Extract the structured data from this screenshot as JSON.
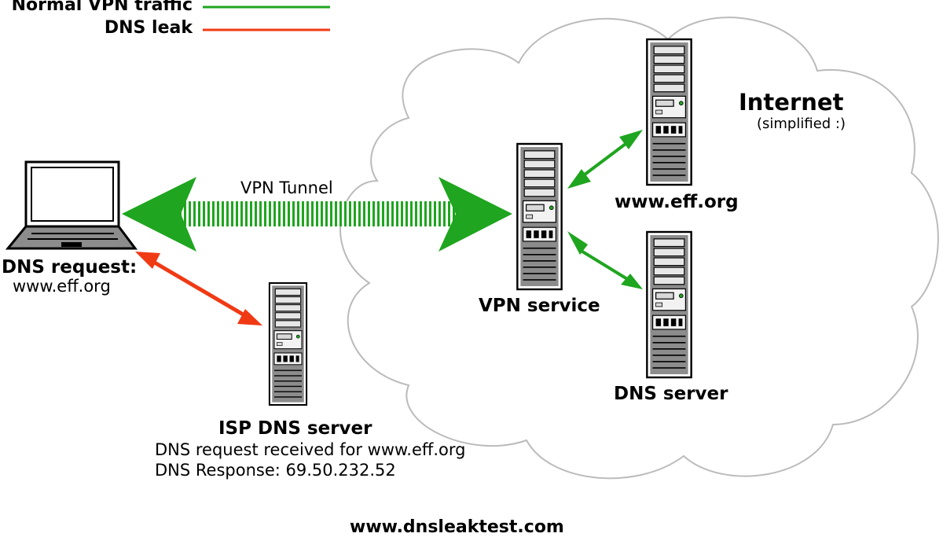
{
  "legend": {
    "normal_vpn": {
      "label": "Normal VPN traffic",
      "color": "#1fa51f"
    },
    "dns_leak": {
      "label": "DNS leak",
      "color": "#f03a14"
    }
  },
  "internet": {
    "title": "Internet",
    "subtitle": "(simplified :)"
  },
  "tunnel": {
    "label": "VPN Tunnel",
    "color": "#1fa51f"
  },
  "laptop": {
    "label_line1": "DNS request:",
    "label_line2": "www.eff.org"
  },
  "vpn_service": {
    "label": "VPN service"
  },
  "eff_server": {
    "label": "www.eff.org"
  },
  "dns_server": {
    "label": "DNS server"
  },
  "isp_dns": {
    "title": "ISP DNS server",
    "line1": "DNS request received for www.eff.org",
    "line2": "DNS Response: 69.50.232.52"
  },
  "footer": {
    "text": "www.dnsleaktest.com"
  }
}
